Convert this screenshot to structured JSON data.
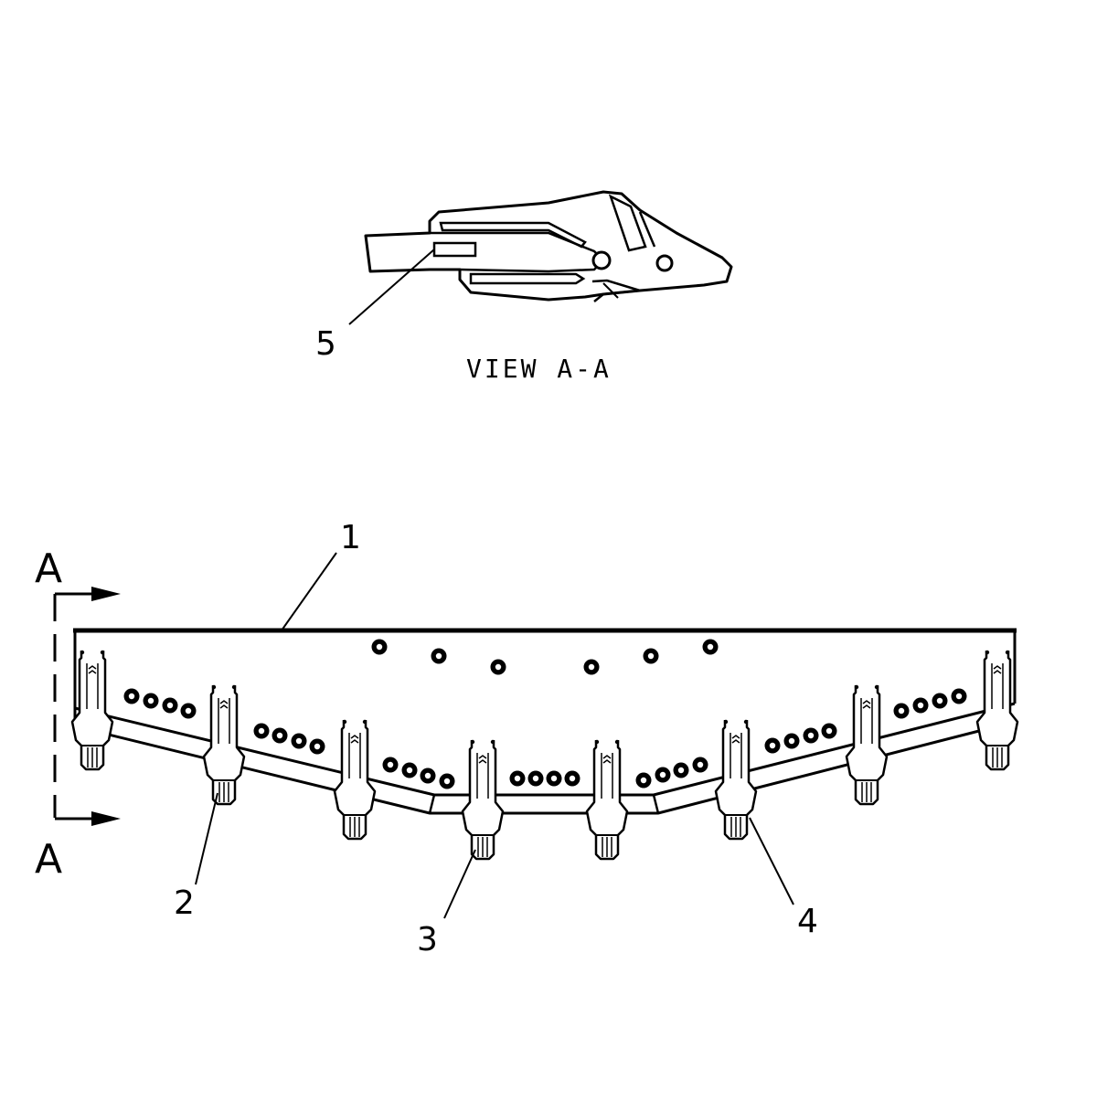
{
  "view_title": "VIEW A-A",
  "section_marks": {
    "top": "A",
    "bottom": "A"
  },
  "callouts": {
    "c1": "1",
    "c2": "2",
    "c3": "3",
    "c4": "4",
    "c5": "5"
  },
  "colors": {
    "line": "#000000",
    "background": "#ffffff"
  }
}
